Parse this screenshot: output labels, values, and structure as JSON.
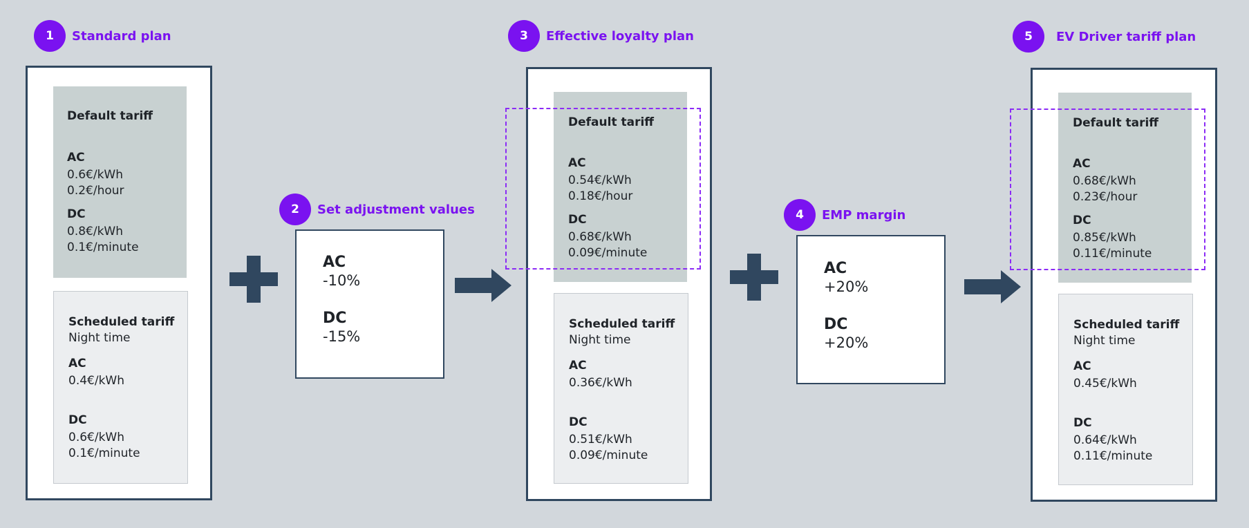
{
  "steps": [
    {
      "number": "1",
      "label": "Standard plan"
    },
    {
      "number": "2",
      "label": "Set adjustment values"
    },
    {
      "number": "3",
      "label": "Effective loyalty plan"
    },
    {
      "number": "4",
      "label": "EMP margin"
    },
    {
      "number": "5",
      "label": "EV Driver tariff plan"
    }
  ],
  "plans": [
    {
      "default": {
        "title": "Default tariff",
        "ac_label": "AC",
        "ac_values": [
          "0.6€/kWh",
          "0.2€/hour"
        ],
        "dc_label": "DC",
        "dc_values": [
          "0.8€/kWh",
          "0.1€/minute"
        ]
      },
      "scheduled": {
        "title": "Scheduled tariff",
        "subtitle": "Night time",
        "ac_label": "AC",
        "ac_values": [
          "0.4€/kWh"
        ],
        "dc_label": "DC",
        "dc_values": [
          "0.6€/kWh",
          "0.1€/minute"
        ]
      }
    },
    {
      "default": {
        "title": "Default tariff",
        "ac_label": "AC",
        "ac_values": [
          "0.54€/kWh",
          "0.18€/hour"
        ],
        "dc_label": "DC",
        "dc_values": [
          "0.68€/kWh",
          "0.09€/minute"
        ]
      },
      "scheduled": {
        "title": "Scheduled tariff",
        "subtitle": "Night time",
        "ac_label": "AC",
        "ac_values": [
          "0.36€/kWh"
        ],
        "dc_label": "DC",
        "dc_values": [
          "0.51€/kWh",
          "0.09€/minute"
        ]
      }
    },
    {
      "default": {
        "title": "Default tariff",
        "ac_label": "AC",
        "ac_values": [
          "0.68€/kWh",
          "0.23€/hour"
        ],
        "dc_label": "DC",
        "dc_values": [
          "0.85€/kWh",
          "0.11€/minute"
        ]
      },
      "scheduled": {
        "title": "Scheduled tariff",
        "subtitle": "Night time",
        "ac_label": "AC",
        "ac_values": [
          "0.45€/kWh"
        ],
        "dc_label": "DC",
        "dc_values": [
          "0.64€/kWh",
          "0.11€/minute"
        ]
      }
    }
  ],
  "adjustments": {
    "ac_label": "AC",
    "ac_value": "-10%",
    "dc_label": "DC",
    "dc_value": "-15%"
  },
  "margin": {
    "ac_label": "AC",
    "ac_value": "+20%",
    "dc_label": "DC",
    "dc_value": "+20%"
  },
  "icons": {
    "operator": "plus-icon",
    "flow": "arrow-right-icon"
  },
  "colors": {
    "accent": "#7a12f0",
    "navy": "#30475f",
    "background": "#d2d7dc",
    "default_tariff_bg": "#c8d1d1",
    "scheduled_tariff_bg": "#eceef0"
  }
}
